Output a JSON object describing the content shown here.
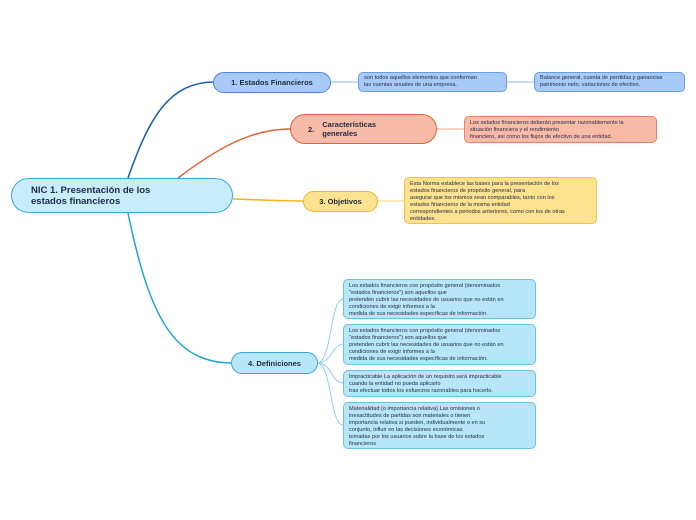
{
  "root": {
    "label": "NIC 1. Presentación de los\nestados financieros"
  },
  "branches": [
    {
      "number": "1.",
      "label": "1. Estados Financieros"
    },
    {
      "number": "2.",
      "label": "Características\ngenerales"
    },
    {
      "number": "3.",
      "label": "3. Objetivos"
    },
    {
      "number": "4.",
      "label": "4. Definiciones"
    }
  ],
  "leaves": {
    "estados_1": "son todos aquellos elementos que conforman\nlas cuentas anuales de una empresa.",
    "estados_2": "Balance general, cuenta de perdidas y ganancias\n patrimonio neto, variaciones de efectivo.",
    "caracteristicas": "Los estados financieros deberán presentar razonablemente la\nsituación financiera y el rendimiento\nfinanciero, así como los flujos de efectivo de una entidad.",
    "objetivos": "Esta Norma establece las bases para la presentación de los\nestados financieros de propósito general, para\nasegurar que los mismos sean comparables, tanto con los\nestados financieros de la misma entidad\ncorrespondientes a periodos anteriores, como con los de otras\nentidades.",
    "definiciones": [
      "Los estados financieros con propósito general (denominados\n\"estados financieros\") son aquellos que\npretenden cubrir las necesidades de usuarios que no están en\ncondiciones de exigir informes a la\nmedida de sus necesidades específicas de información.",
      "Los estados financieros con propósito general (denominados\n\"estados financieros\") son aquellos que\npretenden cubrir las necesidades de usuarios que no están en\ncondiciones de exigir informes a la\nmedida de sus necesidades específicas de información.",
      "Impracticable La aplicación de un requisito será impracticable\ncuando la entidad no pueda aplicarlo\ntras efectuar todos los esfuerzos razonables para hacerlo.",
      "Materialidad (o importancia relativa) Las omisiones o\ninexactitudes de partidas son materiales o tienen\nimportancia relativa si pueden, individualmente o en su\nconjunto, influir en las decisiones económicas\ntomadas por los usuarios sobre la base de los estados\nfinancieros"
    ]
  },
  "colors": {
    "branch_1": "#1f5fb5",
    "branch_2": "#e5613a",
    "branch_3": "#f5b21a",
    "branch_4": "#1ea4d9",
    "leaf_connector_1": "#8fb6ec",
    "leaf_connector_4": "#8fd2ee"
  }
}
